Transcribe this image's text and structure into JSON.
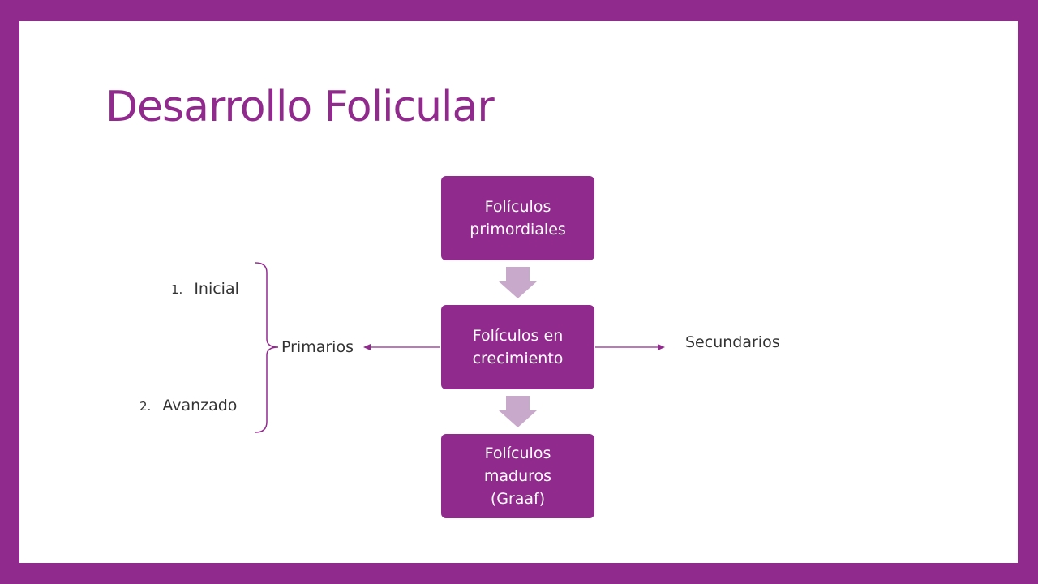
{
  "slide": {
    "title": "Desarrollo Folicular"
  },
  "flow": {
    "stage1": {
      "line1": "Folículos",
      "line2": "primordiales"
    },
    "stage2": {
      "line1": "Folículos en",
      "line2": "crecimiento"
    },
    "stage3": {
      "line1": "Folículos",
      "line2": "maduros",
      "line3": "(Graaf)"
    }
  },
  "branches": {
    "left": "Primarios",
    "right": "Secundarios"
  },
  "subtypes": [
    {
      "number": "1.",
      "label": "Inicial"
    },
    {
      "number": "2.",
      "label": "Avanzado"
    }
  ],
  "colors": {
    "frame": "#912a8d",
    "box_fill": "#912a8d",
    "flow_arrow": "#c9a9cb",
    "branch_arrow": "#912a8d",
    "background": "#ffffff"
  }
}
